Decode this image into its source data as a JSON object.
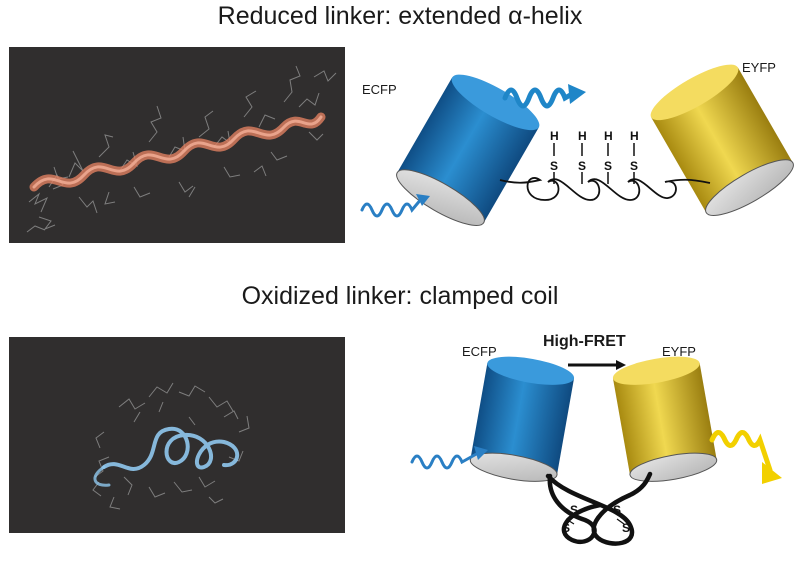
{
  "figure": {
    "top": {
      "title": "Reduced linker: extended α-helix",
      "donor_label": "ECFP",
      "acceptor_label": "EYFP",
      "thiols": [
        {
          "h": "H",
          "s": "S"
        },
        {
          "h": "H",
          "s": "S"
        },
        {
          "h": "H",
          "s": "S"
        },
        {
          "h": "H",
          "s": "S"
        }
      ]
    },
    "bottom": {
      "title": "Oxidized linker: clamped coil",
      "donor_label": "ECFP",
      "acceptor_label": "EYFP",
      "transfer_label": "High-FRET",
      "disulfides": [
        {
          "s1": "S",
          "s2": "S"
        },
        {
          "s1": "S",
          "s2": "S"
        }
      ]
    },
    "colors": {
      "ecfp": "#1f7fc0",
      "eyfp": "#e0c020",
      "panel_bg": "#302e2e",
      "helix": "#e08060",
      "coil": "#90c8ee",
      "excitation_wave": "#2a7fc4",
      "emission_cyan": "#1f86c8",
      "emission_yellow": "#f2d000"
    }
  }
}
